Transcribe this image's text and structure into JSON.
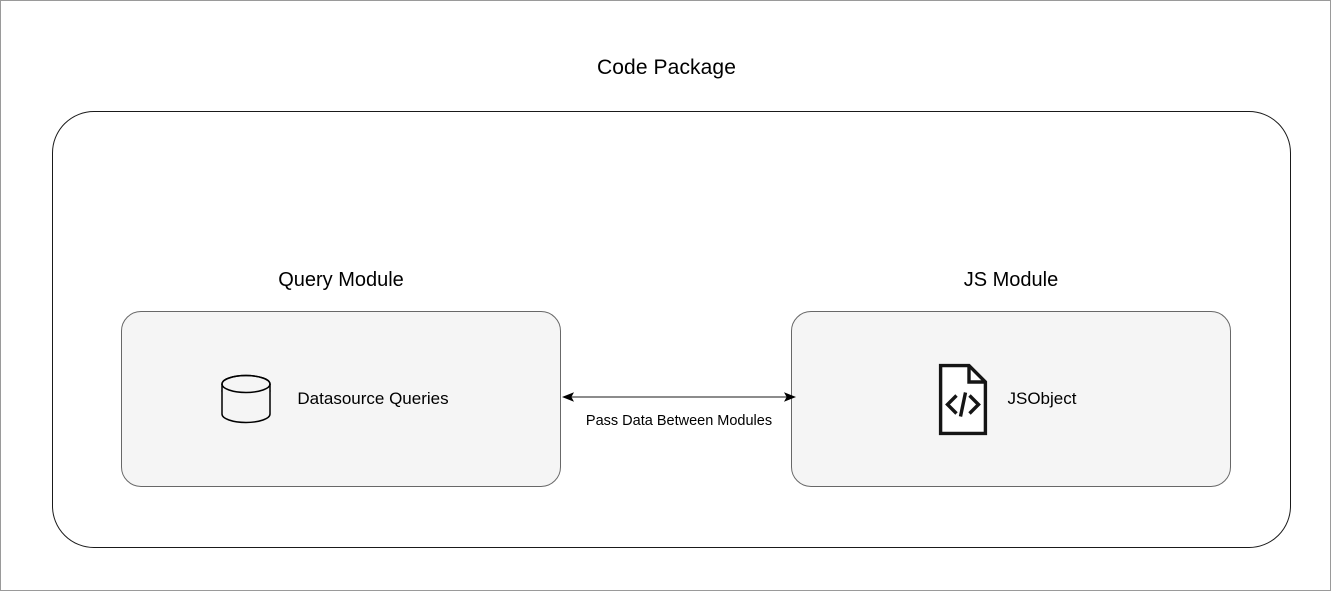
{
  "diagram": {
    "title": "Code Package",
    "modules": [
      {
        "id": "query-module",
        "title": "Query Module",
        "node_label": "Datasource Queries",
        "icon": "database-cylinder-icon"
      },
      {
        "id": "js-module",
        "title": "JS Module",
        "node_label": "JSObject",
        "icon": "code-file-icon"
      }
    ],
    "connector": {
      "label": "Pass Data Between Modules",
      "style": "double-headed-arrow"
    },
    "colors": {
      "module_fill": "#f5f5f5",
      "module_border": "#686868",
      "package_border": "#1a1a1a",
      "connector_line": "#666666",
      "text": "#000000",
      "canvas_border": "#9a9a9a"
    }
  }
}
